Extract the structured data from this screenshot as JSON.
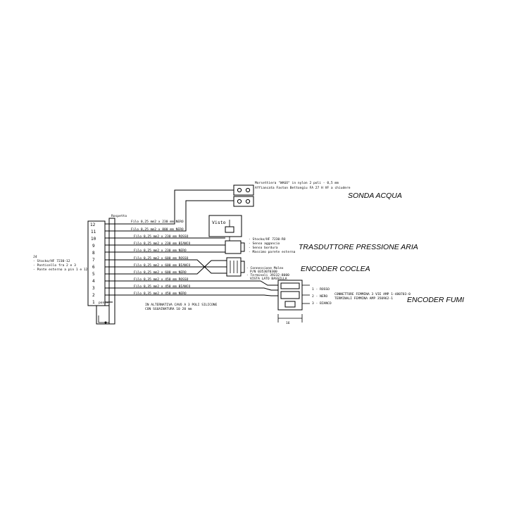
{
  "connector_label": {
    "title": "J4",
    "lines": [
      "- Stocko/HF 7230-12",
      "- Ponticello fra 2 e 3",
      "- Ponte esterno a pin 1 e 12"
    ]
  },
  "terminal_label": "Rospetto",
  "pins": [
    "12",
    "11",
    "10",
    "9",
    "8",
    "7",
    "6",
    "5",
    "4",
    "3",
    "2",
    "1"
  ],
  "bottom_tag": "ponte",
  "wires": [
    "Filo 0,25 mm2 x 230 mm NERO",
    "Filo 0,25 mm2 x 800 mm NERO",
    "Filo 0,25 mm2 x 230 mm ROSSO",
    "Filo 0,25 mm2 x 230 mm BIANCO",
    "Filo 0,25 mm2 x 230 mm NERO",
    "Filo 0,25 mm2 x 600 mm ROSSO",
    "Filo 0,25 mm2 x 600 mm BIANCO",
    "Filo 0,25 mm2 x 600 mm NERO",
    "Filo 0,35 mm2 x 450 mm ROSSO",
    "Filo 0,35 mm2 x 450 mm BIANCO",
    "Filo 0,35 mm2 x 450 mm NERO"
  ],
  "sonda": {
    "line1": "Morsettiera \"WAGO\" in nylon 2 poli - 0,5 mm",
    "line2": "Affiancata Faston Bettongiu FA 27 H VF a chiudere",
    "title": "SONDA ACQUA"
  },
  "trasduttore": {
    "visto": "Visto",
    "notes": [
      "- Stocko/HF 7230-RO",
      "- Senso aggancio",
      "- Senso bordura",
      "- Massimo parete esterna"
    ],
    "title": "TRASDUTTORE PRESSIONE ARIA"
  },
  "coclea": {
    "notes": [
      "- Connessione Molex",
      "P/N 0353070300",
      "- Terminali 39232-8000",
      "VISTA LATO BASSILLA"
    ],
    "title": "ENCODER COCLEA"
  },
  "fumi": {
    "pins": [
      "1 - ROSSO",
      "2 - NERO",
      "3 - BIANCO"
    ],
    "note1": "CONNETTORE FEMMINA 3 VIE AMP 1-480703-0",
    "note2": "TERMINALI FEMMINA AMP 350962-1",
    "dim": "16",
    "title": "ENCODER FUMI"
  },
  "cable_note": {
    "line1": "IN ALTERNATIVA CAVO A 3 POLI SILICONE",
    "line2": "CON SGUAINATURA 10 20 mm"
  }
}
